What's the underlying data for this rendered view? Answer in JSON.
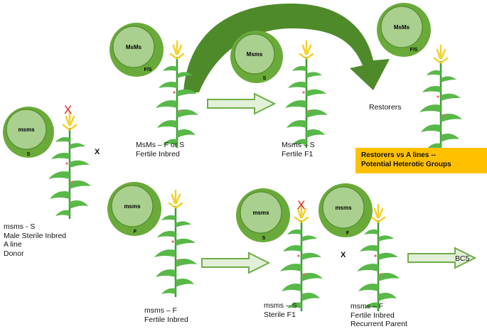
{
  "colors": {
    "circle_outer": "#6aaa3a",
    "circle_inner": "#a9d08e",
    "curve_arrow": "#4e8a2a",
    "block_arrow_fill": "#e2efd9",
    "block_arrow_stroke": "#70ad47",
    "red_x": "#e02020",
    "callout": "#ffc000",
    "leaf": "#58b848",
    "tassel": "#f2d22e"
  },
  "circles": [
    {
      "id": "circle-msms-s-donor",
      "genotype": "msms",
      "cytoplasm": "S"
    },
    {
      "id": "circle-msms-fs-inbred",
      "genotype": "MsMs",
      "cytoplasm": "F/S"
    },
    {
      "id": "circle-msms-s-f1",
      "genotype": "Msms",
      "cytoplasm": "S"
    },
    {
      "id": "circle-msms-fs-restorers",
      "genotype": "MsMs",
      "cytoplasm": "F/S"
    },
    {
      "id": "circle-msms-f-inbred",
      "genotype": "msms",
      "cytoplasm": "F"
    },
    {
      "id": "circle-msms-s-sterile-f1",
      "genotype": "msms",
      "cytoplasm": "S"
    },
    {
      "id": "circle-msms-f-recurrent",
      "genotype": "msms",
      "cytoplasm": "F"
    }
  ],
  "labels": {
    "donor": [
      "msms - S",
      "Male Sterile Inbred",
      "A line",
      "Donor"
    ],
    "fertile_inbred_top": [
      "MsMs – F or S",
      "Fertile Inbred"
    ],
    "fertile_f1": [
      "Msms – S",
      "Fertile F1"
    ],
    "restorers": "Restorers",
    "fertile_inbred_bottom": [
      "msms – F",
      "Fertile Inbred"
    ],
    "sterile_f1": [
      "msms – S",
      "Sterile F1"
    ],
    "recurrent_parent": [
      "msms – F",
      "Fertile Inbred",
      "Recurrent Parent"
    ],
    "bc5": "BC5"
  },
  "cross_symbols": [
    "X",
    "X"
  ],
  "sterile_marks": [
    "X",
    "X"
  ],
  "callout": [
    "Restorers vs A lines --",
    "Potential Heterotic Groups"
  ]
}
